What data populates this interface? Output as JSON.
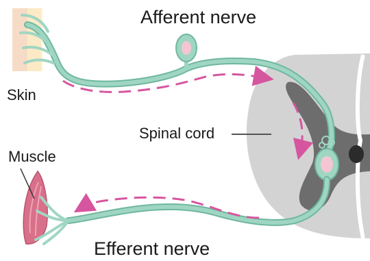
{
  "labels": {
    "afferent_nerve": "Afferent nerve",
    "skin": "Skin",
    "spinal_cord": "Spinal cord",
    "muscle": "Muscle",
    "efferent_nerve": "Efferent nerve"
  },
  "colors": {
    "nerve": "#9fd6c2",
    "nerve_outline": "#6fb7a0",
    "signal_arrow": "#d6559f",
    "spinal_white_matter": "#d3d3d3",
    "spinal_grey_matter": "#6d6d6d",
    "central_canal": "#2b2b2b",
    "cell_body": "#f4c6d3",
    "skin": "#f6dcc7",
    "muscle": "#d9708a"
  }
}
